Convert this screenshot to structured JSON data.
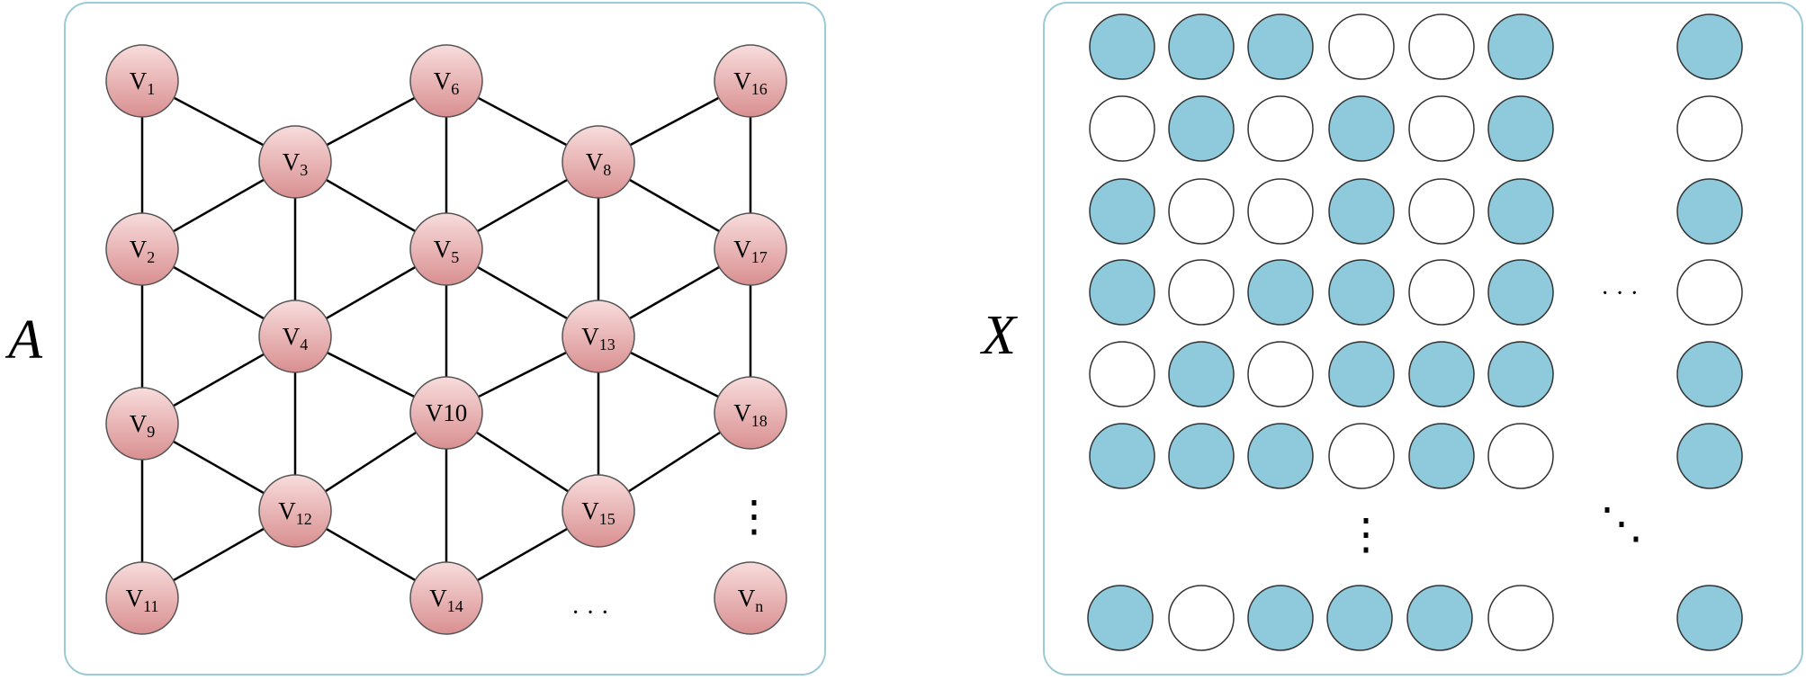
{
  "colors": {
    "panel_border": "#9ccbd8",
    "edge": "#000000",
    "node_fill_top": "#f8dcdc",
    "node_fill_bottom": "#d98f90",
    "node_stroke": "#555555",
    "cell_on": "#8ecadb",
    "cell_off": "#ffffff",
    "cell_stroke": "#333333"
  },
  "graph": {
    "letter": "A",
    "nodes": [
      {
        "id": "v1",
        "base": "V",
        "sub": "1"
      },
      {
        "id": "v2",
        "base": "V",
        "sub": "2"
      },
      {
        "id": "v3",
        "base": "V",
        "sub": "3"
      },
      {
        "id": "v4",
        "base": "V",
        "sub": "4"
      },
      {
        "id": "v5",
        "base": "V",
        "sub": "5"
      },
      {
        "id": "v6",
        "base": "V",
        "sub": "6"
      },
      {
        "id": "v8",
        "base": "V",
        "sub": "8"
      },
      {
        "id": "v9",
        "base": "V",
        "sub": "9"
      },
      {
        "id": "v10",
        "base": "V10",
        "sub": ""
      },
      {
        "id": "v11",
        "base": "V",
        "sub": "11"
      },
      {
        "id": "v12",
        "base": "V",
        "sub": "12"
      },
      {
        "id": "v13",
        "base": "V",
        "sub": "13"
      },
      {
        "id": "v14",
        "base": "V",
        "sub": "14"
      },
      {
        "id": "v15",
        "base": "V",
        "sub": "15"
      },
      {
        "id": "v16",
        "base": "V",
        "sub": "16"
      },
      {
        "id": "v17",
        "base": "V",
        "sub": "17"
      },
      {
        "id": "v18",
        "base": "V",
        "sub": "18"
      },
      {
        "id": "vn",
        "base": "V",
        "sub": "n"
      }
    ],
    "edges": [
      [
        "v1",
        "v2"
      ],
      [
        "v1",
        "v3"
      ],
      [
        "v2",
        "v3"
      ],
      [
        "v2",
        "v4"
      ],
      [
        "v2",
        "v9"
      ],
      [
        "v3",
        "v6"
      ],
      [
        "v3",
        "v4"
      ],
      [
        "v3",
        "v5"
      ],
      [
        "v4",
        "v5"
      ],
      [
        "v4",
        "v9"
      ],
      [
        "v4",
        "v12"
      ],
      [
        "v4",
        "v10"
      ],
      [
        "v5",
        "v6"
      ],
      [
        "v5",
        "v8"
      ],
      [
        "v5",
        "v10"
      ],
      [
        "v5",
        "v13"
      ],
      [
        "v6",
        "v8"
      ],
      [
        "v8",
        "v13"
      ],
      [
        "v8",
        "v16"
      ],
      [
        "v8",
        "v17"
      ],
      [
        "v9",
        "v12"
      ],
      [
        "v9",
        "v11"
      ],
      [
        "v10",
        "v12"
      ],
      [
        "v10",
        "v13"
      ],
      [
        "v10",
        "v14"
      ],
      [
        "v10",
        "v15"
      ],
      [
        "v11",
        "v12"
      ],
      [
        "v12",
        "v14"
      ],
      [
        "v13",
        "v15"
      ],
      [
        "v13",
        "v17"
      ],
      [
        "v13",
        "v18"
      ],
      [
        "v14",
        "v15"
      ],
      [
        "v15",
        "v18"
      ],
      [
        "v16",
        "v17"
      ],
      [
        "v17",
        "v18"
      ]
    ],
    "ellipsis_vertical": "⋮",
    "ellipsis_horizontal": "· · ·"
  },
  "matrix": {
    "letter": "X",
    "rows": [
      [
        1,
        1,
        1,
        0,
        0,
        1,
        1
      ],
      [
        0,
        1,
        0,
        1,
        0,
        1,
        0
      ],
      [
        1,
        0,
        0,
        1,
        0,
        1,
        1
      ],
      [
        1,
        0,
        1,
        1,
        0,
        1,
        0
      ],
      [
        0,
        1,
        0,
        1,
        1,
        1,
        1
      ],
      [
        1,
        1,
        1,
        0,
        1,
        0,
        1
      ]
    ],
    "last_row": [
      1,
      0,
      1,
      1,
      1,
      0,
      1
    ],
    "ellipsis_horizontal": "· · ·",
    "ellipsis_vertical": "⋮",
    "ellipsis_diagonal": "⋱"
  }
}
